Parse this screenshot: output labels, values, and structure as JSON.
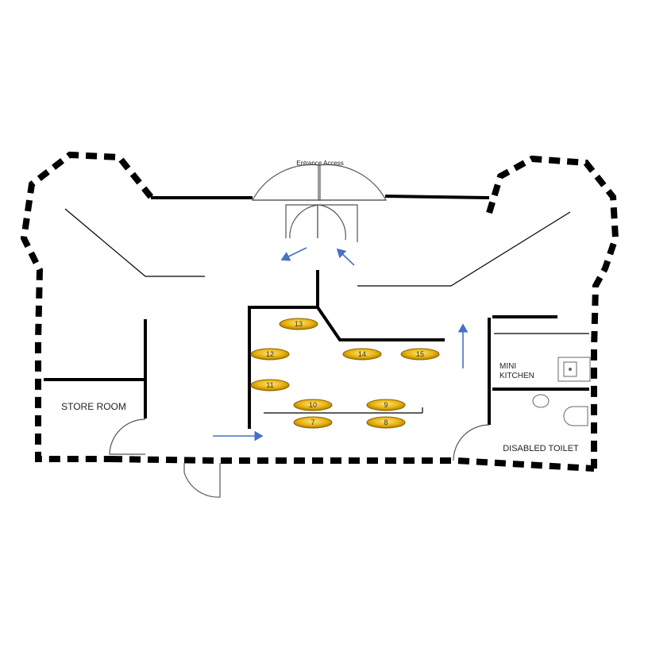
{
  "labels": {
    "entrance": "Entrance Access",
    "store_room": "STORE ROOM",
    "mini_kitchen_line1": "MINI",
    "mini_kitchen_line2": "KITCHEN",
    "disabled_toilet": "DISABLED TOILET"
  },
  "seats": [
    {
      "number": "13"
    },
    {
      "number": "12"
    },
    {
      "number": "14"
    },
    {
      "number": "15"
    },
    {
      "number": "11"
    },
    {
      "number": "10"
    },
    {
      "number": "9"
    },
    {
      "number": "7"
    },
    {
      "number": "8"
    }
  ],
  "colors": {
    "seat_fill": "#e8b20e",
    "seat_edge": "#8a6400",
    "arrow": "#4472c4",
    "wall": "#000000"
  }
}
